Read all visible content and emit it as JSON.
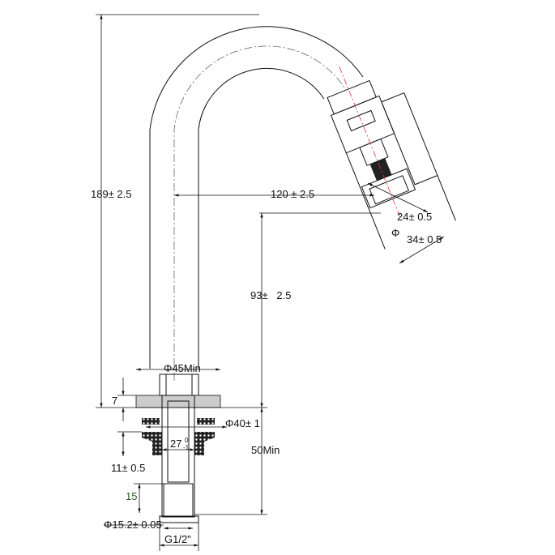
{
  "drawing": {
    "title": "Faucet spout dimension drawing",
    "dimensions": {
      "total_height": "189± 2.5",
      "reach": "120 ± 2.5",
      "spout_height": "93±   2.5",
      "aerator_inner": "24± 0.5",
      "aerator_outer": "34± 0.5",
      "diameter_symbol": "Φ",
      "base_diameter": "Φ45Min",
      "base_thickness": "7",
      "washer_diameter": "Φ40± 1",
      "shank_diameter": "27",
      "shank_tol_upper": "0",
      "shank_tol_lower": "-1",
      "gasket_height": "11± 0.5",
      "deck_thickness": "50Min",
      "thread_length": "15",
      "thread_diameter": "Φ15.2± 0.05",
      "thread_spec": "G1/2\""
    }
  }
}
